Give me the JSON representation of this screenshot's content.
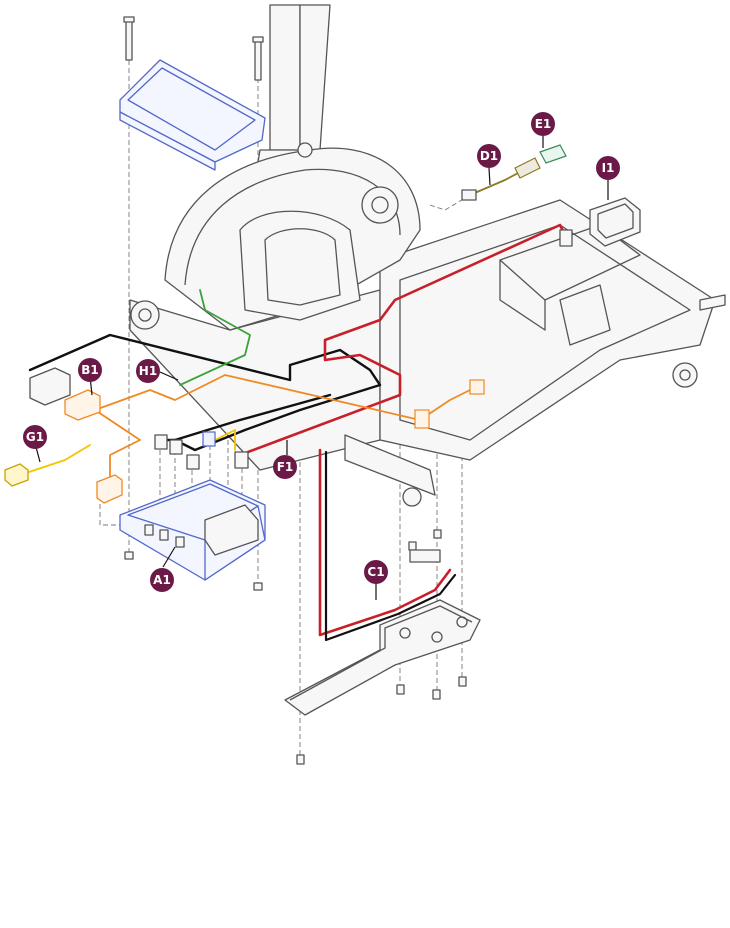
{
  "colors": {
    "callout_fill": "#6b1a47",
    "outline": "#555555",
    "controller_blue": "#5468c8",
    "wire_red": "#c8202a",
    "wire_black": "#111111",
    "wire_orange": "#f08a24",
    "wire_green": "#3aa23a",
    "wire_yellow": "#f5c400",
    "wire_olive": "#8a7a20"
  },
  "callouts": [
    {
      "label": "A1",
      "part": "controller"
    },
    {
      "label": "B1",
      "part": "main-harness-connector"
    },
    {
      "label": "C1",
      "part": "motor-harness"
    },
    {
      "label": "D1",
      "part": "fuse-holder-harness"
    },
    {
      "label": "E1",
      "part": "fuse"
    },
    {
      "label": "F1",
      "part": "battery-harness"
    },
    {
      "label": "G1",
      "part": "charger-port-harness"
    },
    {
      "label": "H1",
      "part": "switch-harness"
    },
    {
      "label": "I1",
      "part": "power-switch"
    }
  ]
}
